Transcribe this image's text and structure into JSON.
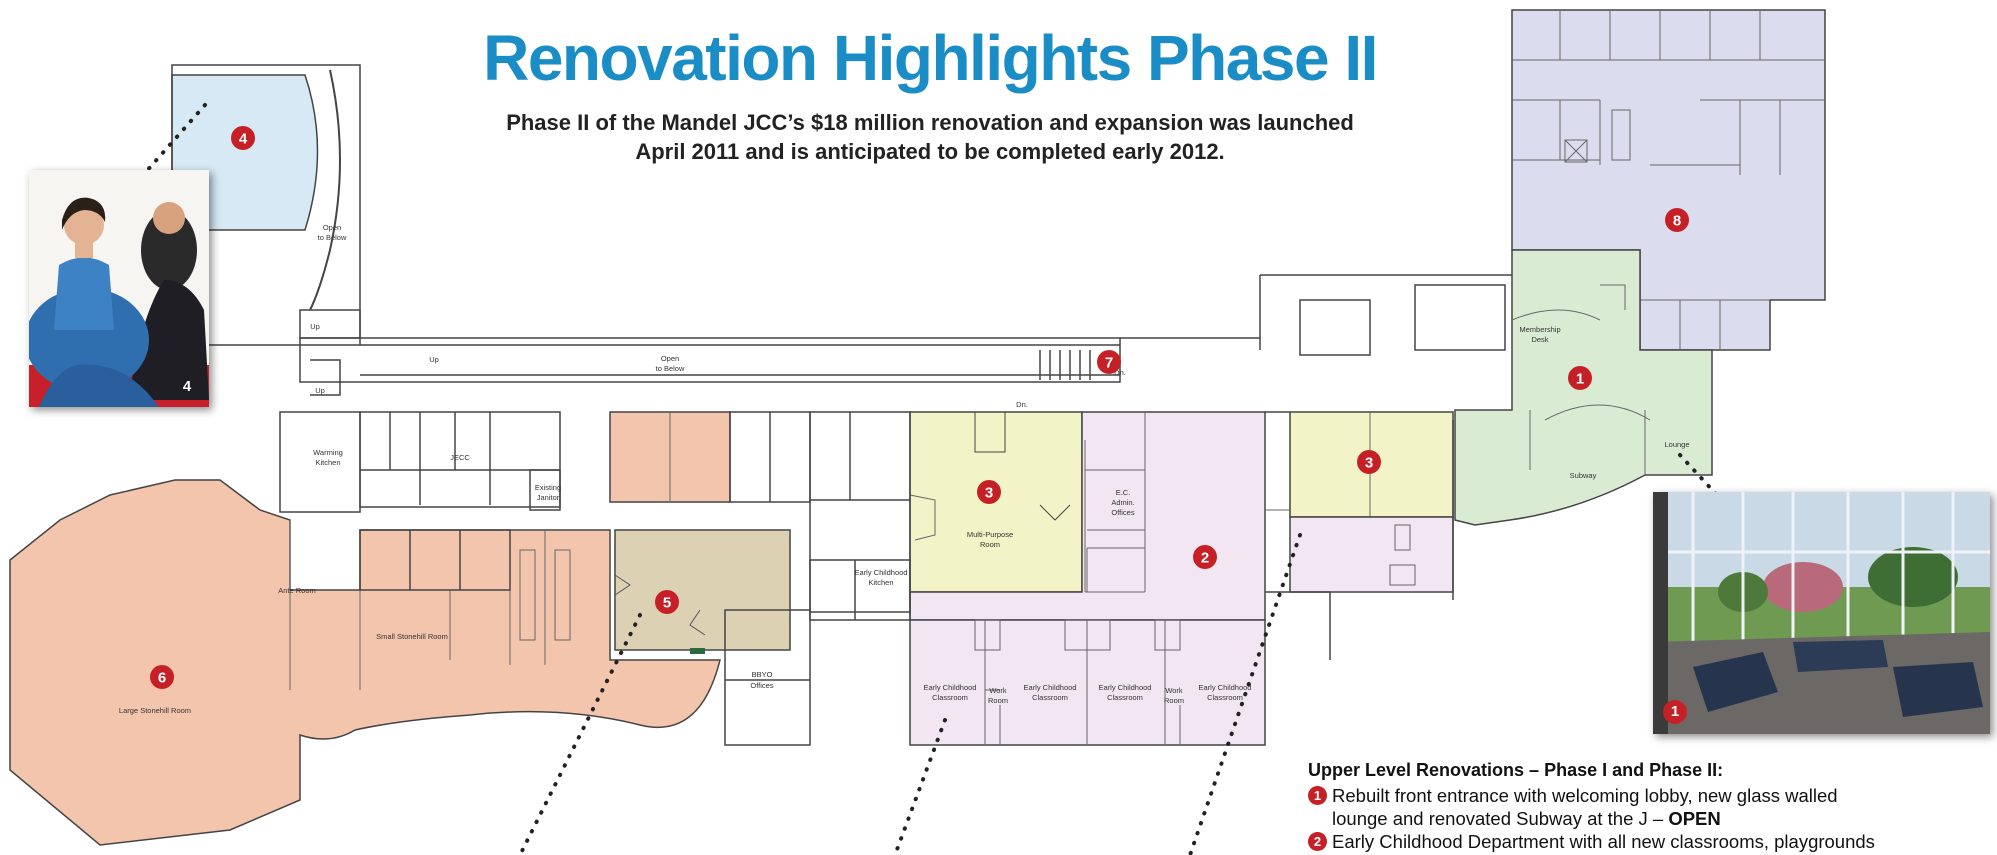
{
  "title": "Renovation Highlights Phase II",
  "subtitle": {
    "line1": "Phase II of the Mandel JCC’s $18 million renovation and expansion was launched",
    "line2": "April 2011 and is anticipated to be completed early 2012."
  },
  "colors": {
    "title_blue": "#1b8dc6",
    "marker_red": "#c62027",
    "zone_1_green": "#d9ecd3",
    "zone_2_pink": "#f1e6f1",
    "zone_3_yellow": "#f3f3c8",
    "zone_4_blue": "#d6e9f4",
    "zone_5_tan": "#ddd1b3",
    "zone_6_salmon": "#f3c5ac",
    "zone_8_lavender": "#dcdcef"
  },
  "markers": [
    "1",
    "2",
    "3",
    "3",
    "4",
    "5",
    "6",
    "7",
    "8"
  ],
  "room_labels": {
    "open_below_top_a": "Open",
    "open_below_top_b": "to Below",
    "open_below_corr_a": "Open",
    "open_below_corr_b": "to Below",
    "up_1": "Up",
    "up_2": "Up",
    "up_3": "Up",
    "dn_1": "Dn.",
    "dn_2": "Dn.",
    "warming_kitchen_a": "Warming",
    "warming_kitchen_b": "Kitchen",
    "jecc": "JECC",
    "existing_janitor_a": "Existing",
    "existing_janitor_b": "Janitor",
    "ante_room": "Ante Room",
    "small_stonehill": "Small Stonehill Room",
    "large_stonehill": "Large Stonehill Room",
    "bbyo_a": "BBYO",
    "bbyo_b": "Offices",
    "multi_purpose_a": "Multi-Purpose",
    "multi_purpose_b": "Room",
    "ec_admin_a": "E.C.",
    "ec_admin_b": "Admin.",
    "ec_admin_c": "Offices",
    "ec_kitchen_a": "Early Childhood",
    "ec_kitchen_b": "Kitchen",
    "ec_class_a": "Early Childhood",
    "ec_class_b": "Classroom",
    "work_room_a": "Work",
    "work_room_b": "Room",
    "membership_a": "Membership",
    "membership_b": "Desk",
    "lounge": "Lounge",
    "subway": "Subway"
  },
  "photos": {
    "yoga": {
      "badge": "4",
      "subject": "meditating-woman-and-man"
    },
    "lounge": {
      "badge": "1",
      "subject": "glass-walled-lounge"
    }
  },
  "legend": {
    "heading": "Upper Level Renovations – Phase I and Phase II:",
    "items": [
      {
        "num": "1",
        "line1": "Rebuilt front entrance with welcoming lobby, new glass walled",
        "line2": "lounge and renovated Subway at the J – ",
        "status": "OPEN"
      },
      {
        "num": "2",
        "line1": "Early Childhood Department with all new classrooms, playgrounds"
      }
    ]
  }
}
